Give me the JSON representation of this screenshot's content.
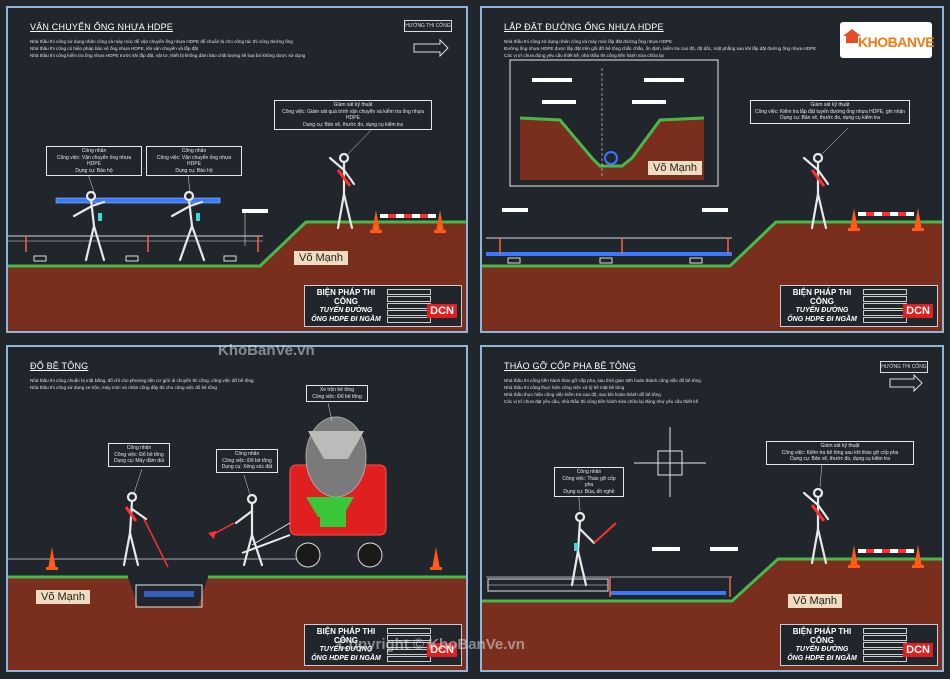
{
  "panels": {
    "p1": {
      "title": "VẬN CHUYỂN ỐNG NHỰA HDPE",
      "notes": [
        "Nhà thầu thi công sử dụng nhân công và máy móc để vận chuyển ống nhựa HDPE để chuẩn bị cho công tác thi công đường ống",
        "Nhà thầu thi công có biện pháp bảo vệ ống nhựa HDPE, khi vận chuyển và lắp đặt",
        "Nhà thầu thi công kiểm tra ống nhựa HDPE trước khi lắp đặt, vật tư, thiết bị không đảm bảo chất lượng sẽ loại bỏ không được sử dụng"
      ],
      "direction": "HƯỚNG THI CÔNG",
      "callouts": [
        {
          "lines": [
            "Giám sát kỹ thuật",
            "Công việc: Giám sát quá trình vận chuyển và kiểm tra ống nhựa HDPE",
            "Dụng cụ: Bản vẽ, thước đo, dụng cụ kiểm tra"
          ]
        },
        {
          "lines": [
            "Công nhân",
            "Công việc: Vận chuyển ống nhựa HDPE",
            "Dụng cụ: Bảo hộ"
          ]
        },
        {
          "lines": [
            "Công nhân",
            "Công việc: Vận chuyển ống nhựa HDPE",
            "Dụng cụ: Bảo hộ"
          ]
        }
      ],
      "tag": "Võ Mạnh"
    },
    "p2": {
      "title": "LẮP ĐẶT ĐƯỜNG ỐNG NHỰA HDPE",
      "notes": [
        "Nhà thầu thi công sử dụng nhân công và máy móc lắp đặt đường ống nhựa HDPE",
        "Đường ống nhựa HDPE được lắp đặt trên gối đỡ bê tông chắc chắn, ổn định, kiểm tra cao độ, độ dốc, mặt phẳng sau khi lắp đặt đường ống nhựa HDPE",
        "Các vị trí chưa đúng yêu cầu thiết kế, nhà thầu thi công tiến hành sửa chữa lại"
      ],
      "callouts": [
        {
          "lines": [
            "Giám sát kỹ thuật",
            "Công việc: Kiểm tra lắp đặt tuyến đường ống nhựa HDPE, ghi nhận",
            "Dụng cụ: Bản vẽ, thước đo, dụng cụ kiểm tra"
          ]
        }
      ],
      "tag": "Võ Mạnh"
    },
    "p3": {
      "title": "ĐỔ BÊ TÔNG",
      "notes": [
        "Nhà thầu thi công chuẩn bị mặt bằng, đổ chỉ cho phương tiện cơ giới di chuyển thi công, công việc đổ bê tông",
        "Nhà thầu thi công sử dụng xe trộn, máy móc và nhân công đầy đủ cho công việc đổ bê tông"
      ],
      "callouts": [
        {
          "lines": [
            "Xe trộn bê tông",
            "Công việc: Đổ bê tông"
          ]
        },
        {
          "lines": [
            "Công nhân",
            "Công việc: Đổ bê tông",
            "Dụng cụ: Máy đầm dùi"
          ]
        },
        {
          "lines": [
            "Công nhân",
            "Công việc: Đổ bê tông",
            "Dụng cụ: Xẻng xúc đất"
          ]
        }
      ],
      "tag": "Võ Mạnh"
    },
    "p4": {
      "title": "THÁO GỠ CỐP PHA BÊ TÔNG",
      "notes": [
        "Nhà thầu thi công tiến hành tháo gỡ cốp pha, sau thời gian 48h hoàn thành công việc đổ bê tông",
        "Nhà thầu thi công thực hiện công việc xử lý bề mặt bê tông",
        "Nhà thầu thực hiện công việc kiểm tra cao độ, sau khi hoàn thành đổ bê tông",
        "Các vị trí chưa đạt yêu cầu, nhà thầu thi công tiến hành sửa chữa lại đúng như yêu cầu thiết kế"
      ],
      "direction": "HƯỚNG THI CÔNG",
      "callouts": [
        {
          "lines": [
            "Giám sát kỹ thuật",
            "Công việc: Kiểm tra bê tông sau khi tháo gỡ cốp pha",
            "Dụng cụ: Bản vẽ, thước đo, dụng cụ kiểm tra"
          ]
        },
        {
          "lines": [
            "Công nhân",
            "Công việc: Tháo gỡ cốp pha",
            "Dụng cụ: Búa, đồ nghề"
          ]
        }
      ],
      "tag": "Võ Mạnh"
    }
  },
  "title_block": {
    "line1": "BIỆN PHÁP THI CÔNG",
    "line2": "TUYẾN ĐƯỜNG",
    "line3": "ỐNG HDPE ĐI NGẦM",
    "company": "DCN"
  },
  "logo_text": "KHOBANVE",
  "watermarks": {
    "mid": "KhoBanVe.vn",
    "bottom": "Copyright © KhoBanVe.vn"
  },
  "colors": {
    "background": "#21262c",
    "frame": "#8fb6d8",
    "soil": "#7a2e1e",
    "grass": "#48b848",
    "pipe": "#3a78ff",
    "cone": "#ff5a1a",
    "mixer": "#e02020"
  }
}
